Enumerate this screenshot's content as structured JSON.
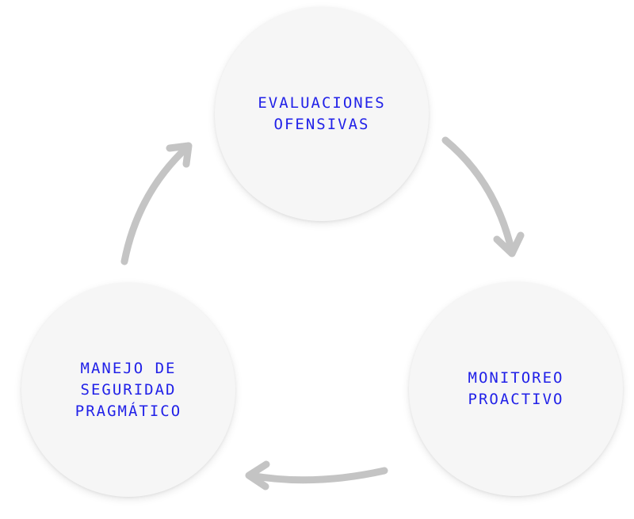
{
  "nodes": {
    "top": {
      "label": "EVALUACIONES\nOFENSIVAS"
    },
    "right": {
      "label": "MONITOREO\nPROACTIVO"
    },
    "left": {
      "label": "MANEJO DE\nSEGURIDAD\nPRAGMÁTICO"
    }
  },
  "colors": {
    "label": "#2121e8",
    "node_fill": "#f6f6f6",
    "arrow": "#c4c4c4"
  }
}
